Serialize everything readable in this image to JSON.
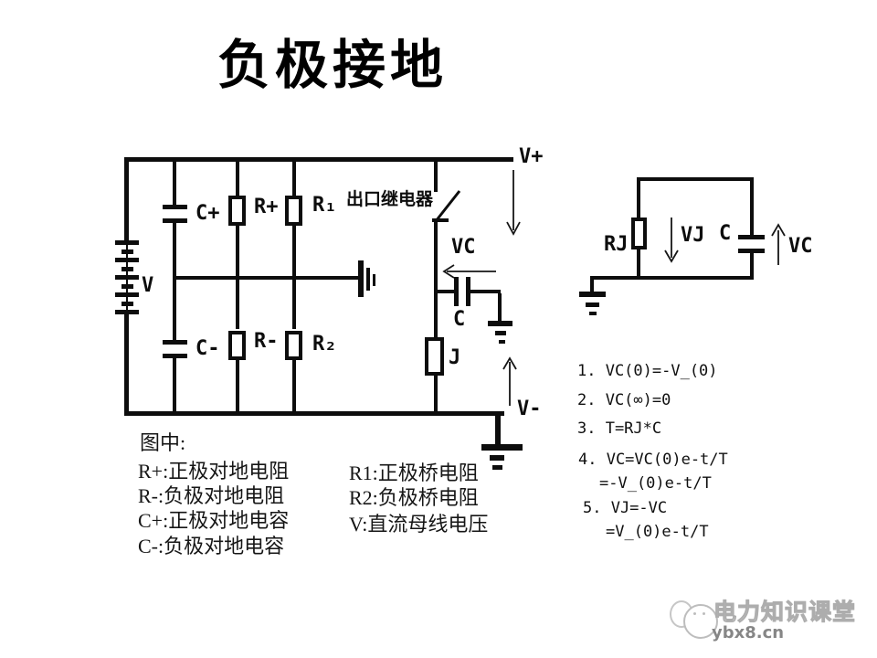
{
  "title": "负极接地",
  "colors": {
    "background": "#ffffff",
    "ink": "#0d0d0d",
    "watermark_outline": "#adadad",
    "watermark_site": "#868686"
  },
  "main_circuit": {
    "labels": {
      "v_plus": "V+",
      "v_minus": "V-",
      "battery": "V",
      "c_plus": "C+",
      "c_minus": "C-",
      "r_plus": "R+",
      "r_minus": "R-",
      "r1": "R₁",
      "r2": "R₂",
      "relay": "出口继电器",
      "vc": "VC",
      "cap_c": "C",
      "coil_j": "J"
    }
  },
  "rj_circuit": {
    "labels": {
      "rj": "RJ",
      "vj": "VJ",
      "c": "C",
      "vc": "VC"
    }
  },
  "legend": {
    "heading": "图中:",
    "left": [
      "R+:正极对地电阻",
      "R-:负极对地电阻",
      "C+:正极对地电容",
      "C-:负极对地电容"
    ],
    "right": [
      "R1:正极桥电阻",
      "R2:负极桥电阻",
      "V:直流母线电压"
    ]
  },
  "equations": {
    "items": [
      {
        "line1": "1. VC(0)=-V_(0)"
      },
      {
        "line1": "2. VC(∞)=0"
      },
      {
        "line1": "3. T=RJ*C"
      },
      {
        "line1": "4. VC=VC(0)e-t/T",
        "line2": "=-V_(0)e-t/T"
      },
      {
        "line1": "5. VJ=-VC",
        "line2": "=V_(0)e-t/T"
      }
    ]
  },
  "watermark": {
    "brand": "电力知识课堂",
    "site": "ybx8.cn"
  }
}
